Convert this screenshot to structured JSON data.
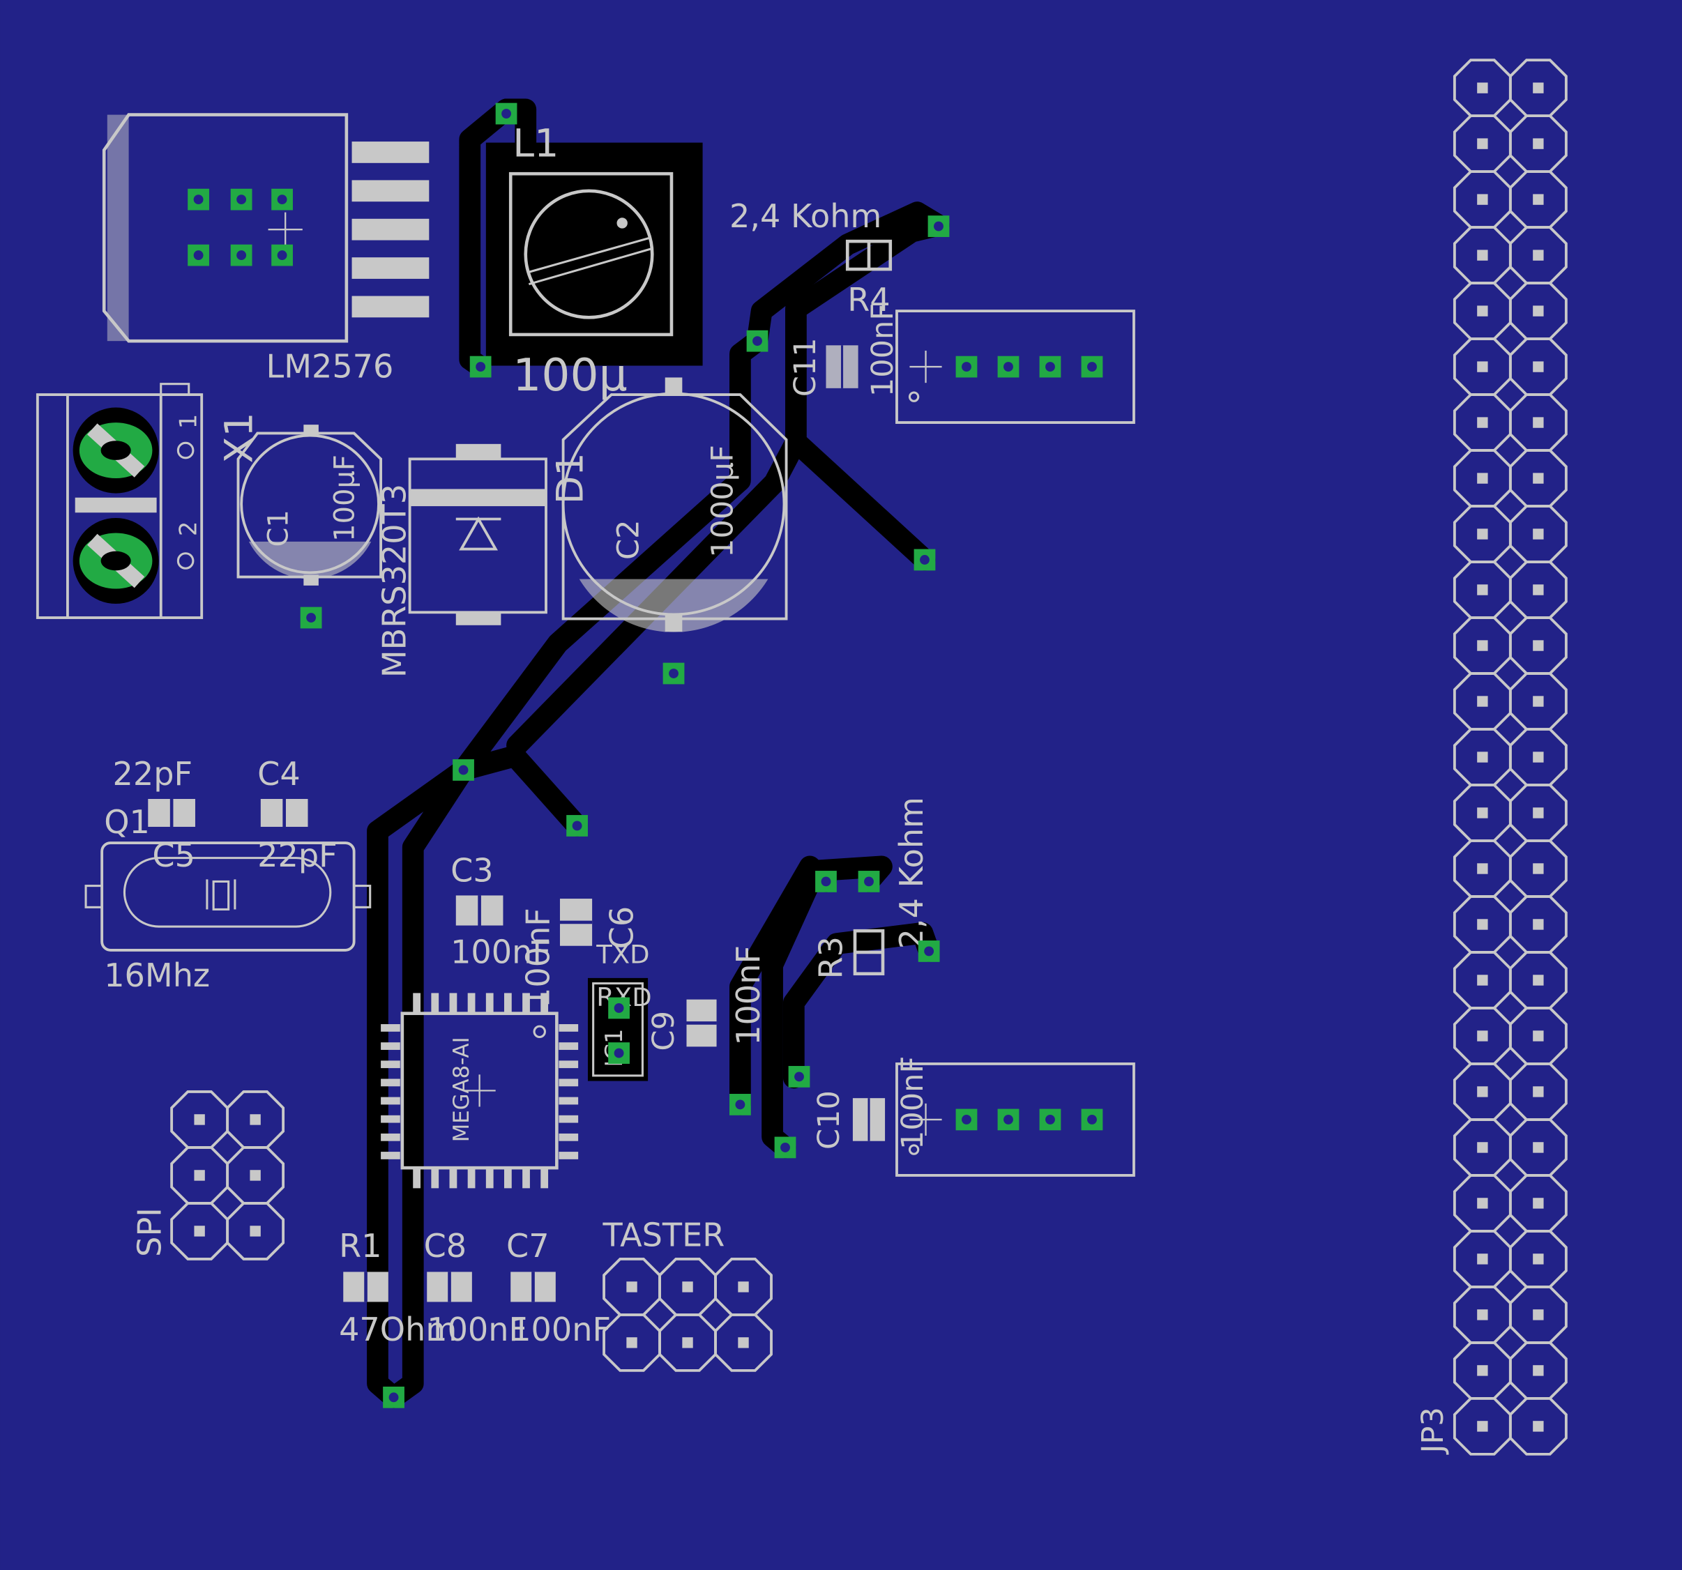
{
  "board": {
    "background": "#222288",
    "silkscreen_color": "#c8c8c8",
    "trace_color": "#000000",
    "pad_color": "#22aa44"
  },
  "labels": {
    "lm2576": "LM2576",
    "l1": "L1",
    "l1_value": "100µ",
    "x1": "X1",
    "x1_pin1": "1",
    "x1_pin2": "2",
    "c1": "C1",
    "c1_value": "100µF",
    "d1_part": "MBRS320T3",
    "d1": "D1",
    "c2": "C2",
    "c2_value": "1000µF",
    "r4_value": "2,4 Kohm",
    "r4": "R4",
    "c11": "C11",
    "c11_value": "100nF",
    "c_22pf_a": "22pF",
    "c4": "C4",
    "q1": "Q1",
    "c5": "C5",
    "c_22pf_b": "22pF",
    "q1_value": "16Mhz",
    "c3": "C3",
    "c3_value": "100nF",
    "c6": "C6",
    "c6_value": "100nF",
    "txd": "TXD",
    "rxd": "RXD",
    "ic1": "IC1",
    "c9": "C9",
    "c9_value": "100nF",
    "mega8": "MEGA8-AI",
    "r3": "R3",
    "r3_value": "2,4 Kohm",
    "c10": "C10",
    "c10_value": "100nF",
    "spi": "SPI",
    "r1": "R1",
    "r1_value": "47Ohm",
    "c8": "C8",
    "c8_value": "100nF",
    "c7": "C7",
    "c7_value": "100nF",
    "taster": "TASTER",
    "jp3": "JP3"
  }
}
